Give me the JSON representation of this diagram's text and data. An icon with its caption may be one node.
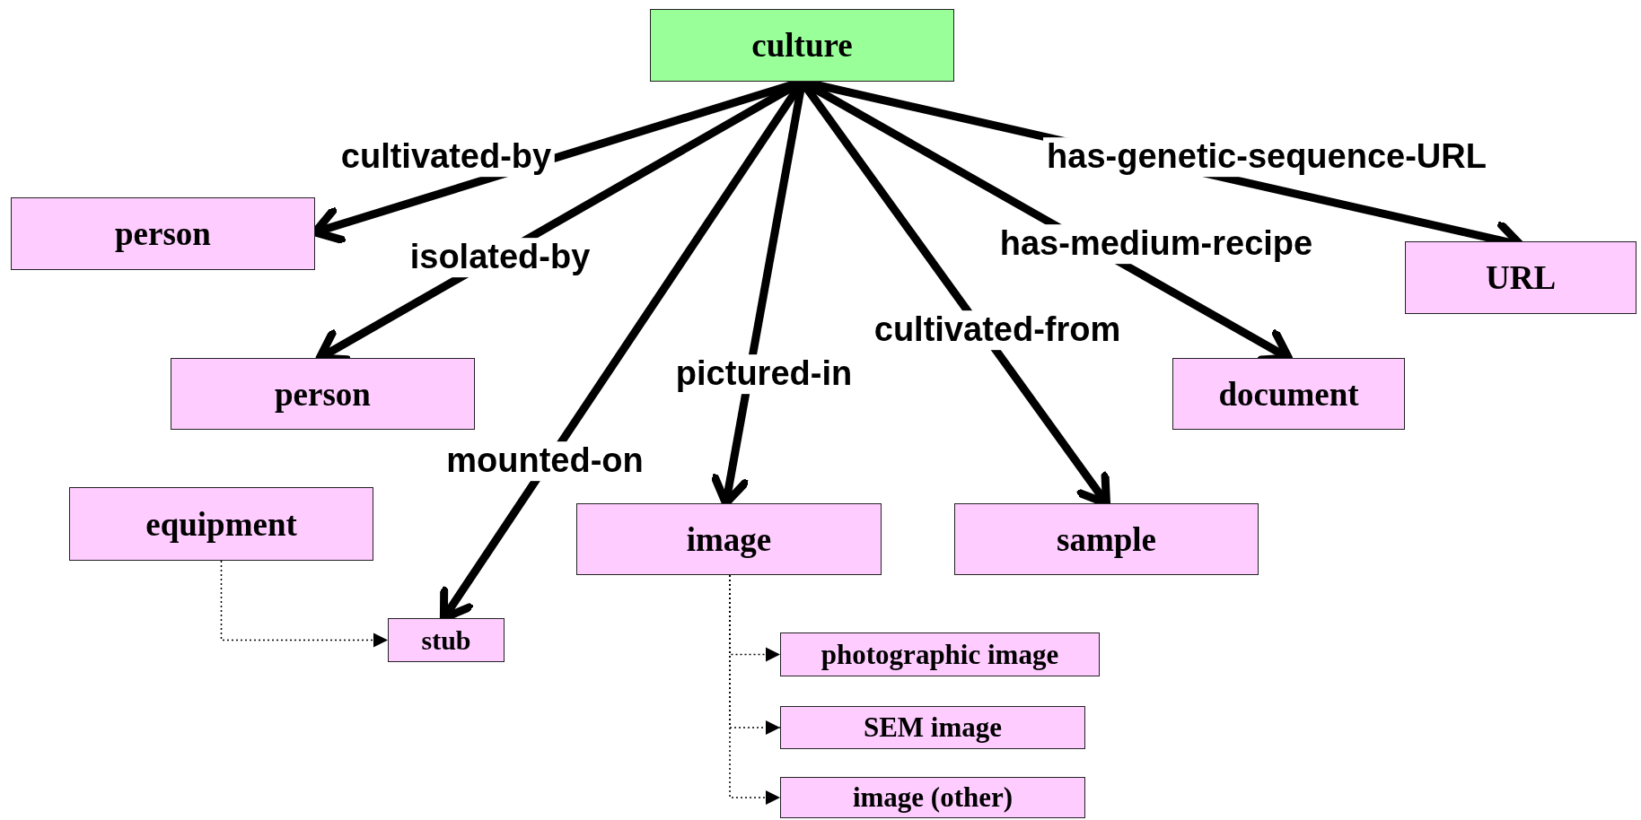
{
  "diagram": {
    "nodes": [
      {
        "text": [
          "culture"
        ]
      },
      {
        "text": [
          "person"
        ]
      },
      {
        "text": [
          "person"
        ]
      },
      {
        "text": [
          "URL"
        ]
      },
      {
        "text": [
          "document"
        ]
      },
      {
        "text": [
          "equipment"
        ]
      },
      {
        "text": [
          "stub"
        ]
      },
      {
        "text": [
          "image"
        ]
      },
      {
        "text": [
          "sample"
        ]
      },
      {
        "text": [
          "photographic image"
        ]
      },
      {
        "text": [
          "SEM image"
        ]
      },
      {
        "text": [
          "image (other)"
        ]
      }
    ],
    "edges": [
      {
        "from": 0,
        "to": 1,
        "arrow": "to",
        "label": "cultivated-by"
      },
      {
        "from": 0,
        "to": 2,
        "arrow": "to",
        "label": "isolated-by"
      },
      {
        "from": 0,
        "to": 6,
        "arrow": "to",
        "label": "mounted-on"
      },
      {
        "from": 0,
        "to": 7,
        "arrow": "to",
        "label": "pictured-in"
      },
      {
        "from": 0,
        "to": 8,
        "arrow": "to",
        "label": "cultivated-from"
      },
      {
        "from": 0,
        "to": 4,
        "arrow": "to",
        "label": "has-medium-recipe"
      },
      {
        "from": 0,
        "to": 3,
        "arrow": "to",
        "label": "has-genetic-sequence-URL"
      },
      {
        "from": 5,
        "to": 6,
        "arrow": "to",
        "style": "dashed"
      },
      {
        "from": 7,
        "to": 9,
        "arrow": "to",
        "style": "dashed"
      },
      {
        "from": 7,
        "to": 10,
        "arrow": "to",
        "style": "dashed"
      },
      {
        "from": 7,
        "to": 11,
        "arrow": "to",
        "style": "dashed"
      }
    ]
  }
}
